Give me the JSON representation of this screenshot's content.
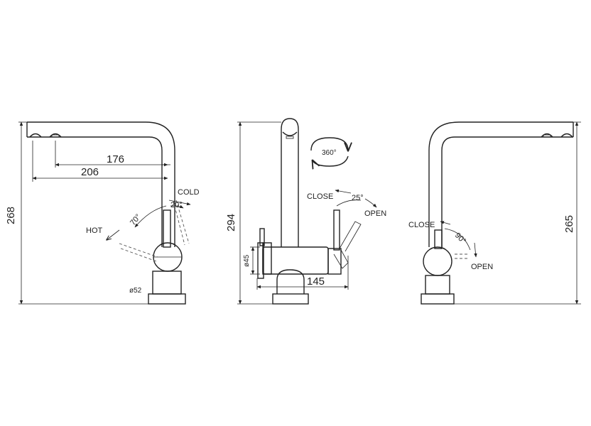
{
  "left_view": {
    "dim_176": "176",
    "dim_206": "206",
    "dim_268": "268",
    "angle_70": "70°",
    "angle_20": "20°",
    "label_hot": "HOT",
    "label_cold": "COLD",
    "dim_52": "ø52"
  },
  "center_view": {
    "dim_294": "294",
    "dim_45": "ø45",
    "dim_145": "145",
    "angle_360": "360°",
    "angle_25": "25°",
    "label_close": "CLOSE",
    "label_open": "OPEN"
  },
  "right_view": {
    "dim_265": "265",
    "angle_90": "90°",
    "label_close": "CLOSE",
    "label_open": "OPEN"
  }
}
